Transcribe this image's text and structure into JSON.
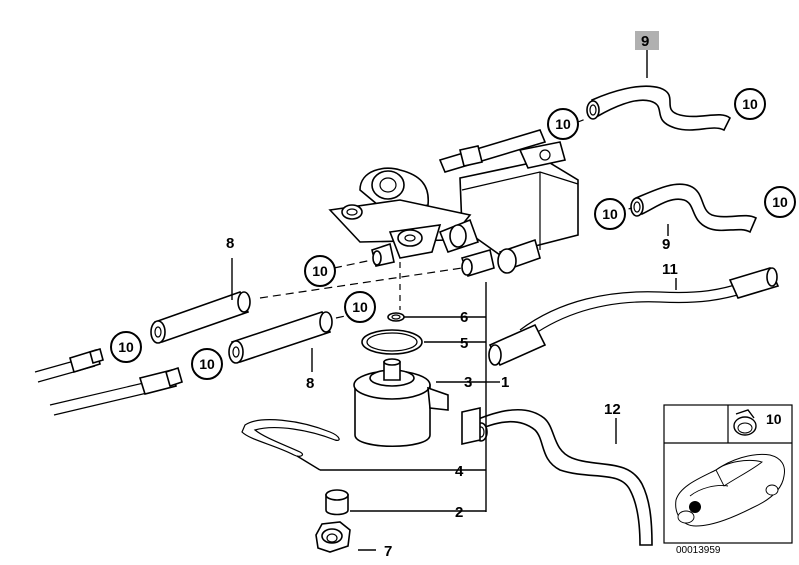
{
  "labels": {
    "p1": "1",
    "p2": "2",
    "p3": "3",
    "p4": "4",
    "p5": "5",
    "p6": "6",
    "p7": "7",
    "p8": "8",
    "p9": "9",
    "p10": "10",
    "p11": "11",
    "p12": "12"
  },
  "reference_number": "00013959",
  "inset": {
    "clip_label": "10"
  },
  "colors": {
    "line": "#000000",
    "background": "#ffffff",
    "highlight": "#b0b0b0"
  }
}
